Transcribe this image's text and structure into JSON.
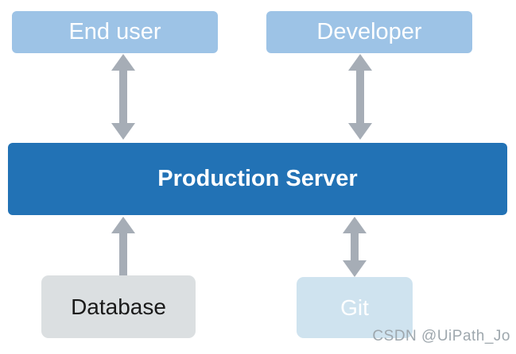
{
  "diagram": {
    "nodes": {
      "end_user": {
        "label": "End user"
      },
      "developer": {
        "label": "Developer"
      },
      "production_server": {
        "label": "Production Server"
      },
      "database": {
        "label": "Database"
      },
      "git": {
        "label": "Git"
      }
    },
    "edges": [
      {
        "from": "end_user",
        "to": "production_server",
        "direction": "bidirectional"
      },
      {
        "from": "developer",
        "to": "production_server",
        "direction": "bidirectional"
      },
      {
        "from": "database",
        "to": "production_server",
        "direction": "up"
      },
      {
        "from": "git",
        "to": "production_server",
        "direction": "bidirectional"
      }
    ],
    "colors": {
      "top_box_blue": "#9DC3E6",
      "production_dark_blue": "#2272B5",
      "database_gray": "#DBDFE1",
      "git_pale_blue": "#CFE3EF",
      "arrow_gray": "#A6ADB6",
      "watermark_gray": "#9EA7AD"
    },
    "watermark": "CSDN @UiPath_Jo"
  }
}
